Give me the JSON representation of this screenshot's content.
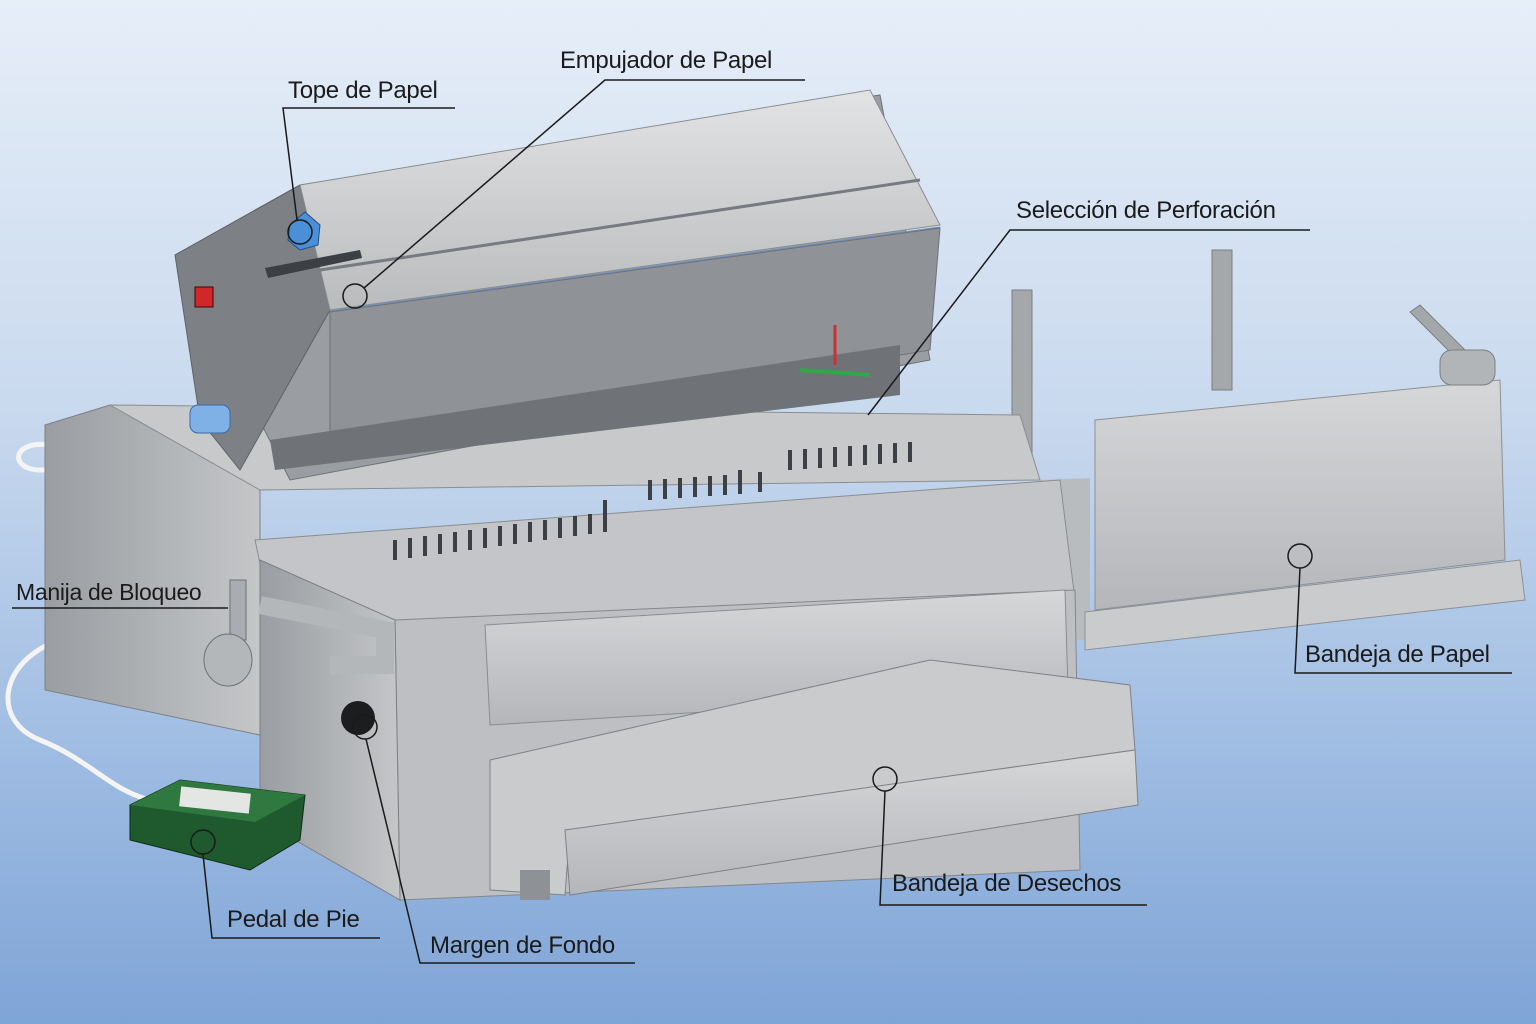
{
  "labels": {
    "tope_papel": "Tope de Papel",
    "empujador_papel": "Empujador de Papel",
    "seleccion_perforacion": "Selección de Perforación",
    "manija_bloqueo": "Manija de Bloqueo",
    "bandeja_papel": "Bandeja de Papel",
    "bandeja_desechos": "Bandeja de Desechos",
    "margen_fondo": "Margen de Fondo",
    "pedal_pie": "Pedal de Pie"
  },
  "colors": {
    "leader_line": "#1a1a1a",
    "steel_light": "#d4d6d8",
    "steel_mid": "#a9acb0",
    "steel_dark": "#6e7276",
    "pedal_green": "#1f5a2e",
    "switch_red": "#d0282a",
    "knob_blue": "#4a8fd8"
  }
}
